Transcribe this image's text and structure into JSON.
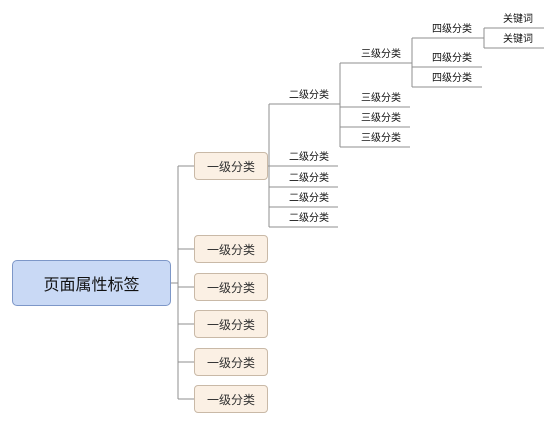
{
  "root": {
    "label": "页面属性标签"
  },
  "level1": [
    {
      "label": "一级分类"
    },
    {
      "label": "一级分类"
    },
    {
      "label": "一级分类"
    },
    {
      "label": "一级分类"
    },
    {
      "label": "一级分类"
    },
    {
      "label": "一级分类"
    }
  ],
  "level2": [
    {
      "label": "二级分类"
    },
    {
      "label": "二级分类"
    },
    {
      "label": "二级分类"
    },
    {
      "label": "二级分类"
    },
    {
      "label": "二级分类"
    }
  ],
  "level3": [
    {
      "label": "三级分类"
    },
    {
      "label": "三级分类"
    },
    {
      "label": "三级分类"
    },
    {
      "label": "三级分类"
    }
  ],
  "level4": [
    {
      "label": "四级分类"
    },
    {
      "label": "四级分类"
    },
    {
      "label": "四级分类"
    }
  ],
  "keywords": [
    {
      "label": "关键词"
    },
    {
      "label": "关键词"
    }
  ]
}
